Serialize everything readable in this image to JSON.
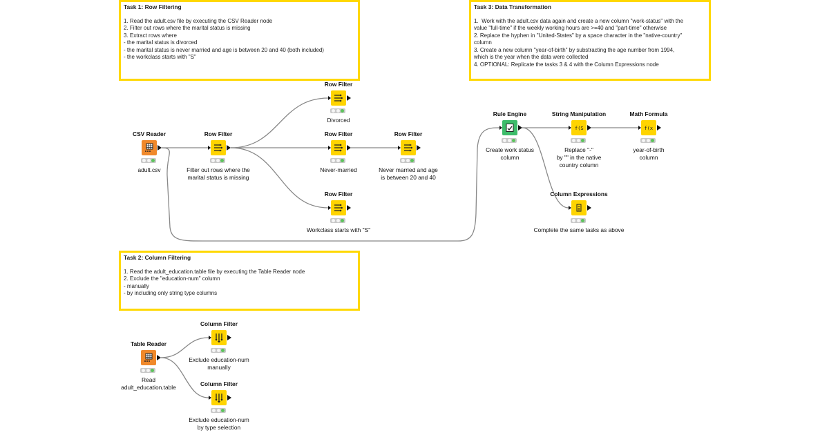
{
  "colors": {
    "annotation_border": "#ffd800",
    "manipulator": "#ffd400",
    "source": "#f0892b",
    "rule_engine": "#3dbc6a",
    "wire": "#888888",
    "status_green": "#5cc45c"
  },
  "annotations": [
    {
      "id": "task1",
      "title": "Task 1: Row Filtering",
      "lines": [
        "1. Read the adult.csv file by executing the CSV Reader node",
        "2. Filter out rows where the marital status is missing",
        "3. Extract rows where",
        "- the marital status is divorced",
        "- the marital status is never married and age is between 20 and 40 (both included)",
        "- the workclass starts with \"S\""
      ]
    },
    {
      "id": "task2",
      "title": "Task 2: Column Filtering",
      "lines": [
        "1. Read the adult_education.table file by executing the Table Reader node",
        "2. Exclude the \"education-num\" column",
        "- manually",
        "- by including only string type columns"
      ]
    },
    {
      "id": "task3",
      "title": "Task 3: Data Transformation",
      "lines": [
        "1.  Work with the adult.csv data again and create a new column \"work-status\" with the",
        "value \"full-time\" if the weekly working hours are >=40 and \"part-time\" otherwise",
        "2. Replace the hyphen in \"United-States\" by a space character in the \"native-country\"",
        "column",
        "3. Create a new column \"year-of-birth\" by substracting the age number from 1994,",
        "which is the year when the data were collected",
        "4. OPTIONAL: Replicate the tasks 3 & 4 with the Column Expressions node"
      ]
    }
  ],
  "nodes": [
    {
      "id": "csv-reader",
      "title": "CSV Reader",
      "label": "adult.csv",
      "kind": "source",
      "icon": "table-reader-icon",
      "input": false
    },
    {
      "id": "row-filter-missing",
      "title": "Row Filter",
      "label": "Filter out rows where the\nmarital status is missing",
      "kind": "manipulator",
      "icon": "row-filter-icon",
      "input": true
    },
    {
      "id": "row-filter-divorced",
      "title": "Row Filter",
      "label": "Divorced",
      "kind": "manipulator",
      "icon": "row-filter-icon",
      "input": true
    },
    {
      "id": "row-filter-never-married",
      "title": "Row Filter",
      "label": "Never-married",
      "kind": "manipulator",
      "icon": "row-filter-icon",
      "input": true
    },
    {
      "id": "row-filter-age",
      "title": "Row Filter",
      "label": "Never married and age\nis between 20 and 40",
      "kind": "manipulator",
      "icon": "row-filter-icon",
      "input": true
    },
    {
      "id": "row-filter-workclass",
      "title": "Row Filter",
      "label": "Workclass starts with \"S\"",
      "kind": "manipulator",
      "icon": "row-filter-icon",
      "input": true
    },
    {
      "id": "rule-engine",
      "title": "Rule Engine",
      "label": "Create work status\ncolumn",
      "kind": "rule_engine",
      "icon": "rule-engine-icon",
      "input": true
    },
    {
      "id": "string-manipulation",
      "title": "String Manipulation",
      "label": "Replace \"-\"\nby \"\" in the native\ncountry column",
      "kind": "manipulator",
      "icon": "string-manipulation-icon",
      "input": true
    },
    {
      "id": "math-formula",
      "title": "Math Formula",
      "label": "year-of-birth\ncolumn",
      "kind": "manipulator",
      "icon": "math-formula-icon",
      "input": true
    },
    {
      "id": "column-expressions",
      "title": "Column Expressions",
      "label": "Complete the same tasks as above",
      "kind": "manipulator",
      "icon": "column-expressions-icon",
      "input": true
    },
    {
      "id": "table-reader",
      "title": "Table Reader",
      "label": "Read\nadult_education.table",
      "kind": "source",
      "icon": "table-reader-icon",
      "input": false
    },
    {
      "id": "column-filter-manual",
      "title": "Column Filter",
      "label": "Exclude education-num\nmanually",
      "kind": "manipulator",
      "icon": "column-filter-icon",
      "input": true
    },
    {
      "id": "column-filter-type",
      "title": "Column Filter",
      "label": "Exclude education-num\nby type selection",
      "kind": "manipulator",
      "icon": "column-filter-icon",
      "input": true
    }
  ],
  "connections": [
    [
      "csv-reader",
      "row-filter-missing"
    ],
    [
      "row-filter-missing",
      "row-filter-divorced"
    ],
    [
      "row-filter-missing",
      "row-filter-never-married"
    ],
    [
      "row-filter-missing",
      "row-filter-workclass"
    ],
    [
      "row-filter-never-married",
      "row-filter-age"
    ],
    [
      "csv-reader",
      "rule-engine"
    ],
    [
      "rule-engine",
      "string-manipulation"
    ],
    [
      "string-manipulation",
      "math-formula"
    ],
    [
      "rule-engine",
      "column-expressions"
    ],
    [
      "table-reader",
      "column-filter-manual"
    ],
    [
      "table-reader",
      "column-filter-type"
    ]
  ]
}
